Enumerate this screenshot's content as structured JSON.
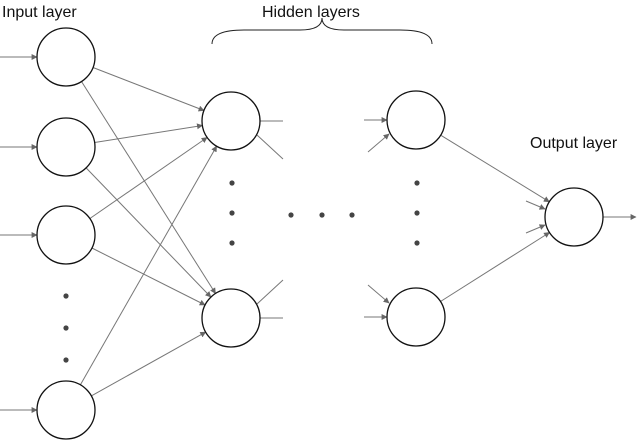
{
  "labels": {
    "input_layer": "Input layer",
    "hidden_layers": "Hidden layers",
    "output_layer": "Output layer"
  },
  "colors": {
    "node_stroke": "#111111",
    "edge": "#777777",
    "dot": "#444444"
  }
}
